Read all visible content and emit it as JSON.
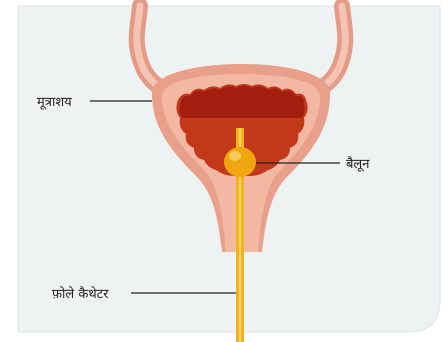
{
  "labels": {
    "bladder": "मूत्राशय",
    "balloon": "बैलून",
    "catheter": "फ़ोले कैथेटर"
  },
  "colors": {
    "panel_bg": "#eef2f3",
    "tissue_outer": "#e8a08a",
    "tissue_inner": "#f2b8a3",
    "urine_dark": "#a41e10",
    "urine_mid": "#c23818",
    "catheter": "#f3b31c",
    "balloon": "#f0a70f",
    "leader_line": "#222222"
  },
  "icons": {
    "diagram": "urinary-bladder-with-foley-catheter"
  }
}
